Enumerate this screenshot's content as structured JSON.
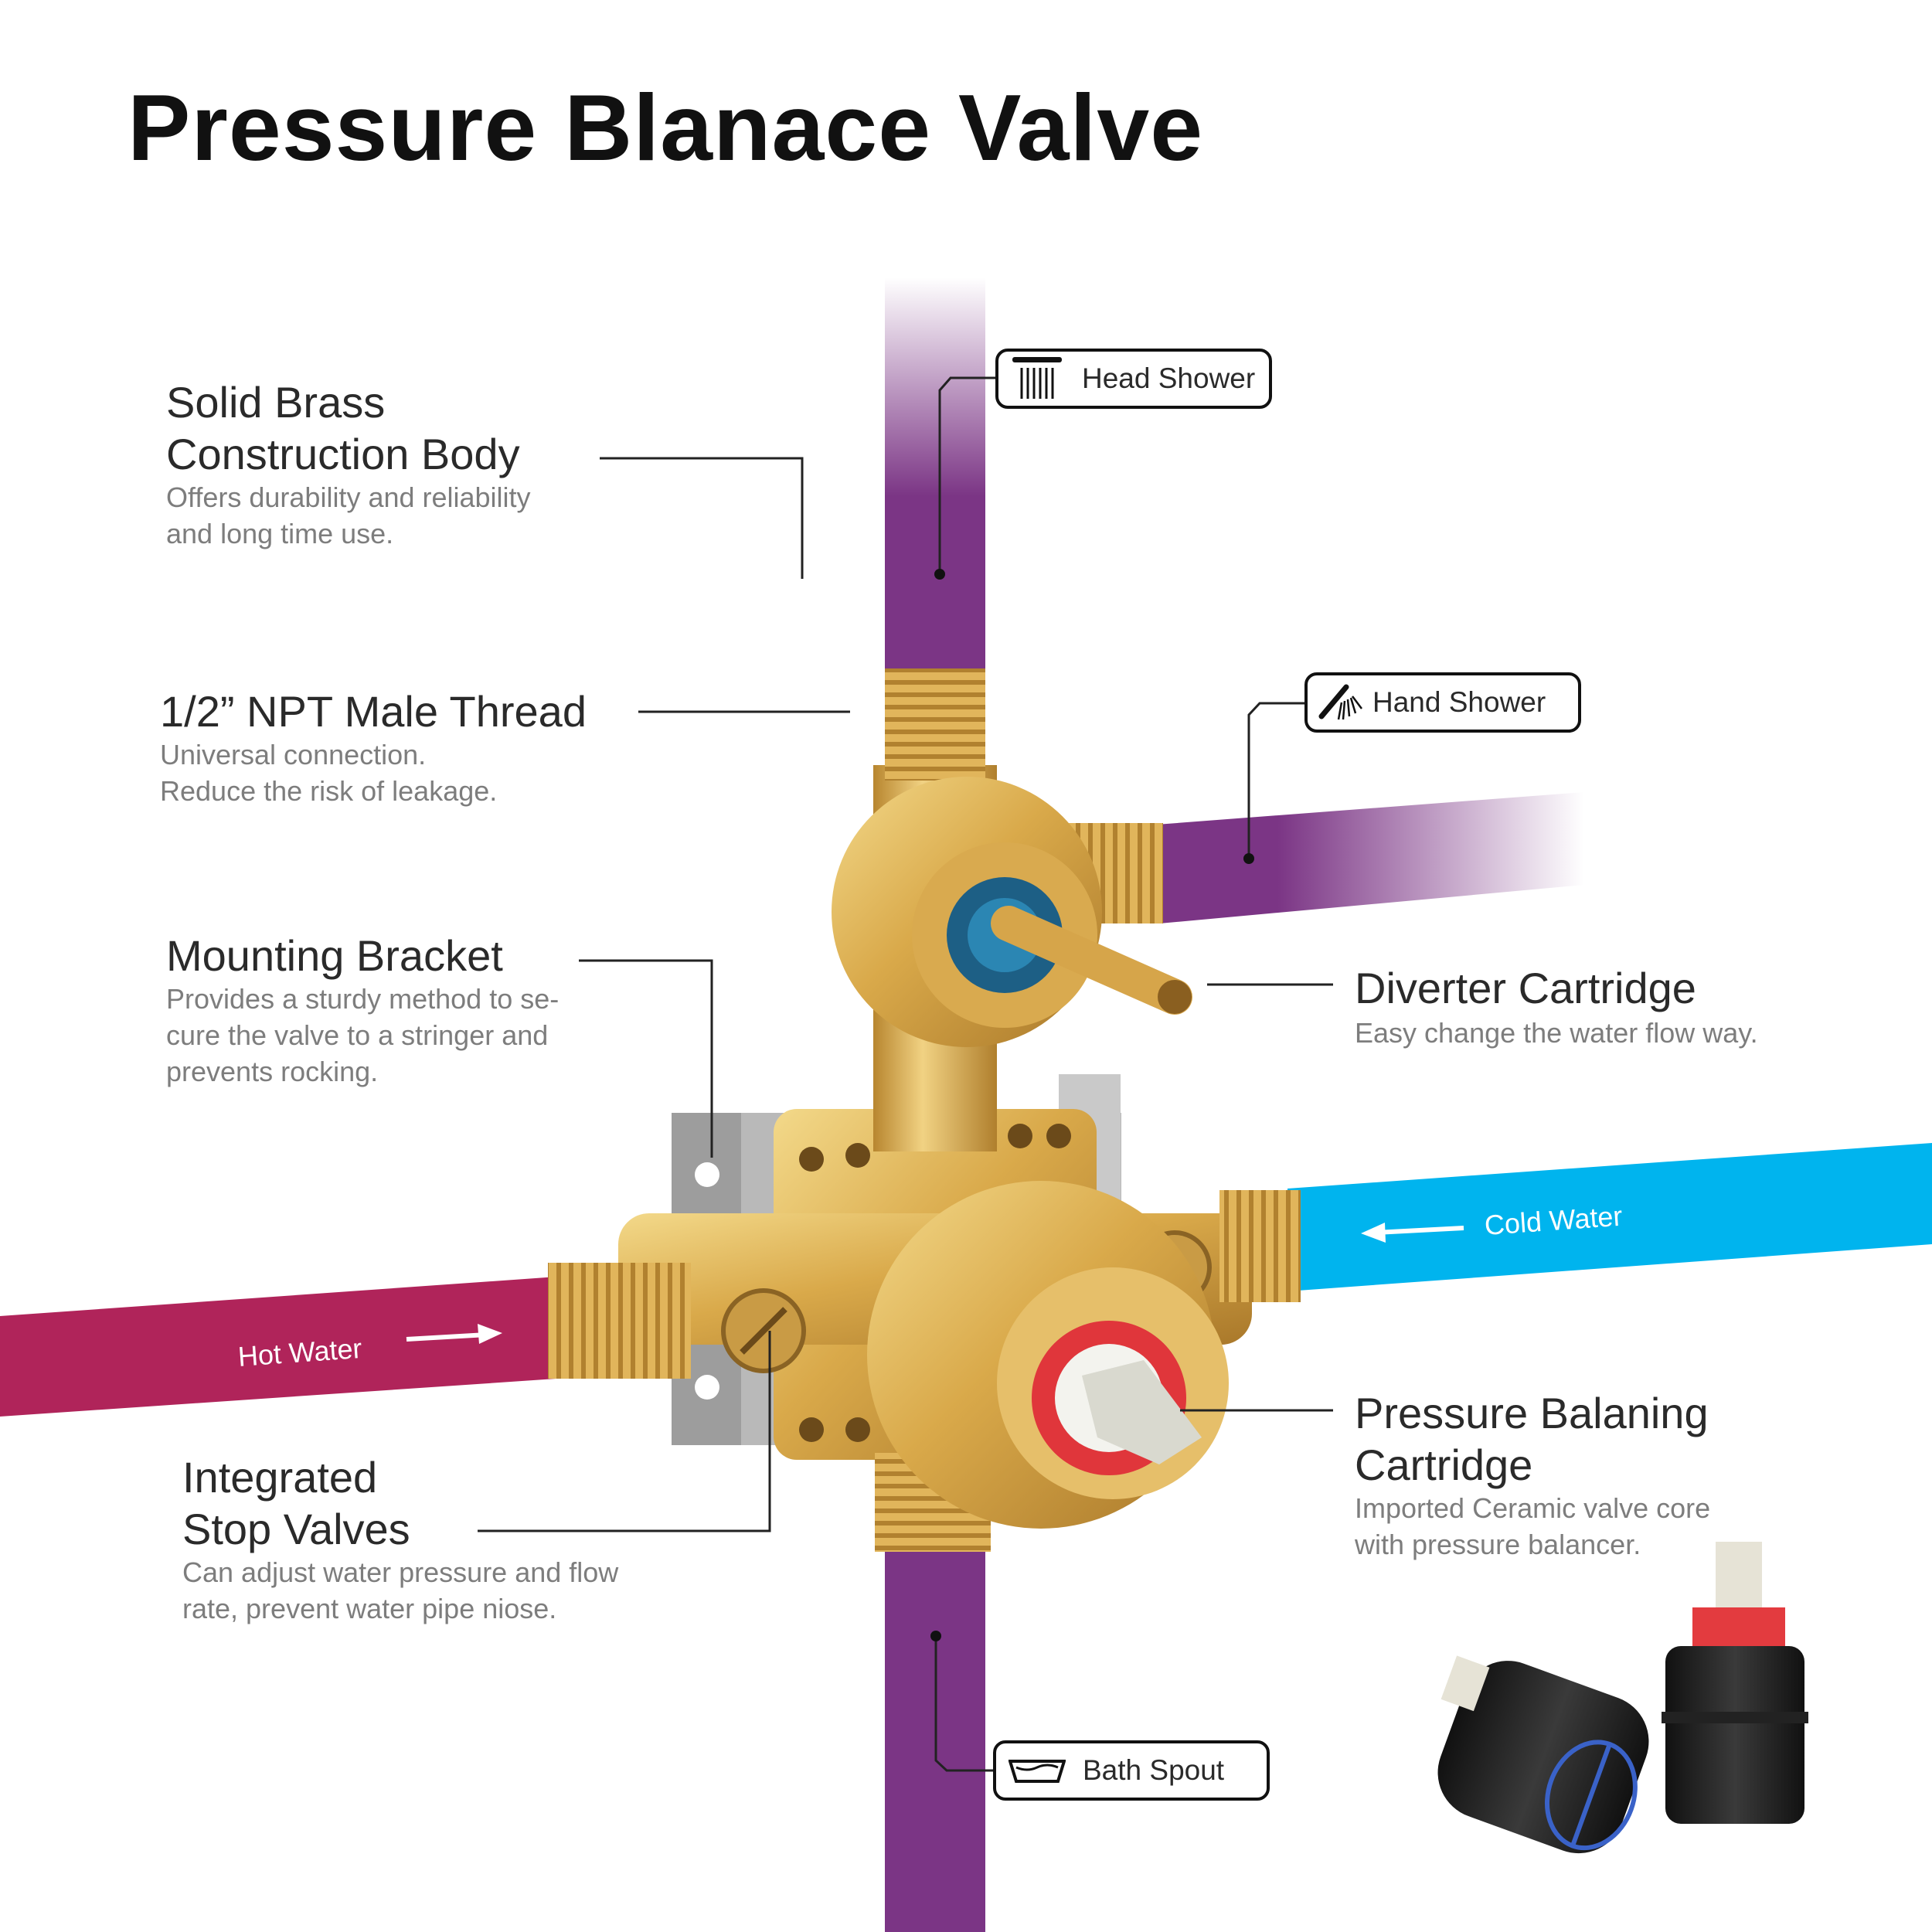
{
  "title": "Pressure Blanace Valve",
  "features": {
    "solid_brass": {
      "heading": [
        "Solid Brass",
        "Construction Body"
      ],
      "description": [
        "Offers durability and reliability",
        "and long time use."
      ]
    },
    "npt_thread": {
      "heading": [
        "1/2” NPT Male Thread"
      ],
      "description": [
        "Universal connection.",
        "Reduce the risk of leakage."
      ]
    },
    "mounting_bracket": {
      "heading": [
        "Mounting Bracket"
      ],
      "description": [
        "Provides a sturdy method to se-",
        "cure the valve to a stringer and",
        "prevents rocking."
      ]
    },
    "stop_valves": {
      "heading": [
        "Integrated",
        "Stop Valves"
      ],
      "description": [
        "Can adjust water pressure and flow",
        "rate, prevent water pipe niose."
      ]
    },
    "diverter": {
      "heading": [
        "Diverter Cartridge"
      ],
      "description": [
        "Easy change the water flow way."
      ]
    },
    "pressure_cartridge": {
      "heading": [
        "Pressure Balaning",
        "Cartridge"
      ],
      "description": [
        "Imported Ceramic valve core",
        "with pressure balancer."
      ]
    }
  },
  "outlets": {
    "head_shower": {
      "label": "Head Shower",
      "icon": "head-shower-icon"
    },
    "hand_shower": {
      "label": "Hand Shower",
      "icon": "hand-shower-icon"
    },
    "bath_spout": {
      "label": "Bath Spout",
      "icon": "bathtub-icon"
    }
  },
  "pipes": {
    "hot": {
      "label": "Hot Water",
      "color": "#b0245a"
    },
    "cold": {
      "label": "Cold Water",
      "color": "#00b4ee"
    },
    "outlet": {
      "color": "#7b3585"
    }
  }
}
